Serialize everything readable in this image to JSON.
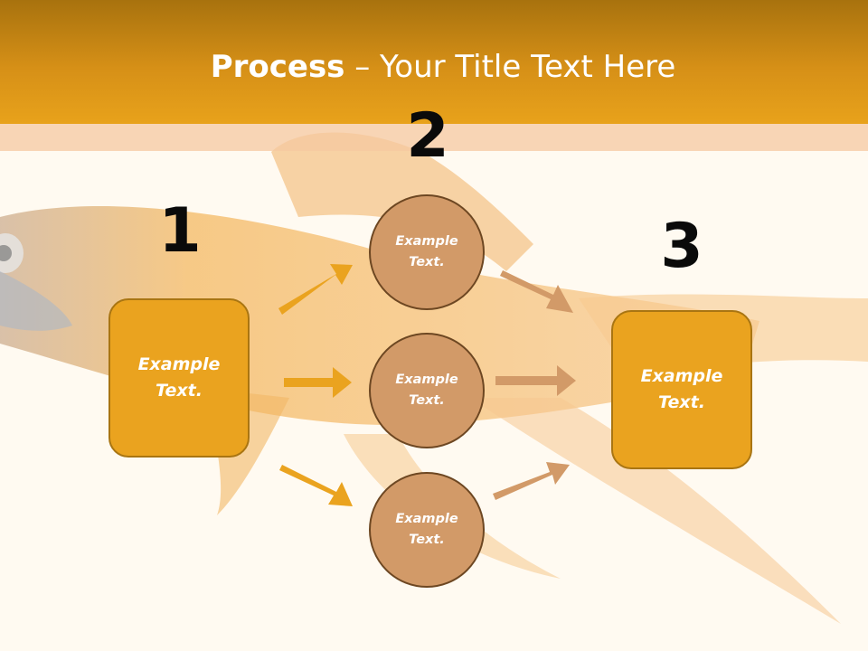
{
  "title": {
    "bold": "Process",
    "rest": " – Your Title Text Here"
  },
  "steps": [
    {
      "number": "1",
      "text": "Example Text."
    },
    {
      "number": "2",
      "text": "Example Text."
    },
    {
      "number": "3",
      "text": "Example Text."
    }
  ],
  "circles": [
    {
      "text": "Example Text."
    },
    {
      "text": "Example Text."
    },
    {
      "text": "Example Text."
    }
  ],
  "colors": {
    "header": "#e8a21b",
    "box_fill": "#eaa31f",
    "circle_fill": "#d29a68",
    "arrow_left": "#eaa31f",
    "arrow_right": "#d29a68"
  }
}
